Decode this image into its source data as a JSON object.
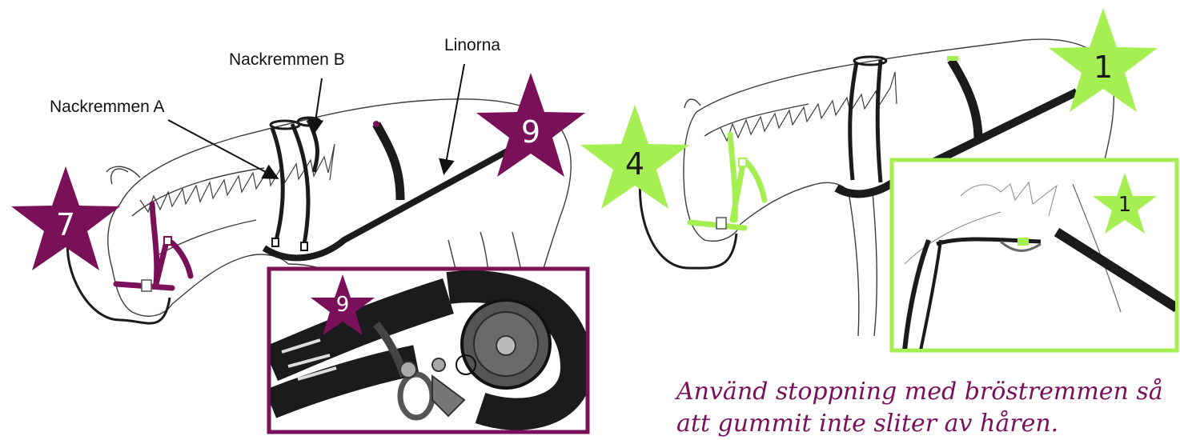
{
  "colors": {
    "plum": "#7a0f5a",
    "lime": "#a6ef52",
    "strap": "#1b1b1b",
    "outline": "#3c3c3c"
  },
  "labels": {
    "neck_a": "Nackremmen A",
    "neck_b": "Nackremmen B",
    "reins": "Linorna"
  },
  "stars": {
    "left_head": "7",
    "left_back": "9",
    "left_inset": "9",
    "right_back": "1",
    "right_head": "4",
    "right_inset": "1"
  },
  "caption": "Använd stoppning med bröstremmen så att gummit inte sliter av håren."
}
